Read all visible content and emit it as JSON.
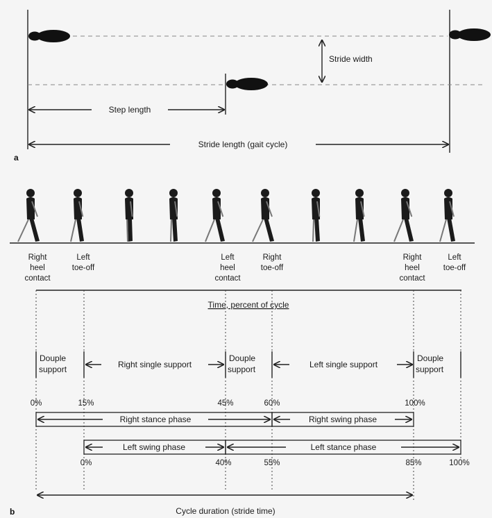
{
  "panel_a": {
    "label": "a",
    "stride_width": "Stride width",
    "step_length": "Step length",
    "stride_length": "Stride length (gait cycle)"
  },
  "panel_b": {
    "label": "b",
    "events": [
      {
        "lines": [
          "Right",
          "heel",
          "contact"
        ]
      },
      {
        "lines": [
          "Left",
          "toe-off"
        ]
      },
      {
        "lines": [
          "Left",
          "heel",
          "contact"
        ]
      },
      {
        "lines": [
          "Right",
          "toe-off"
        ]
      },
      {
        "lines": [
          "Right",
          "heel",
          "contact"
        ]
      },
      {
        "lines": [
          "Left",
          "toe-off"
        ]
      }
    ],
    "time_title": "Time, percent of cycle",
    "support": {
      "double1": [
        "Douple",
        "support"
      ],
      "right_single": "Right single support",
      "double2": [
        "Douple",
        "support"
      ],
      "left_single": "Left single support",
      "double3": [
        "Douple",
        "support"
      ]
    },
    "right_pct": [
      "0%",
      "15%",
      "45%",
      "60%",
      "100%"
    ],
    "right_stance": "Right stance phase",
    "right_swing": "Right swing phase",
    "left_swing": "Left swing phase",
    "left_stance": "Left stance phase",
    "left_pct": [
      "0%",
      "40%",
      "55%",
      "85%",
      "100%"
    ],
    "cycle_duration": "Cycle duration (stride time)"
  }
}
